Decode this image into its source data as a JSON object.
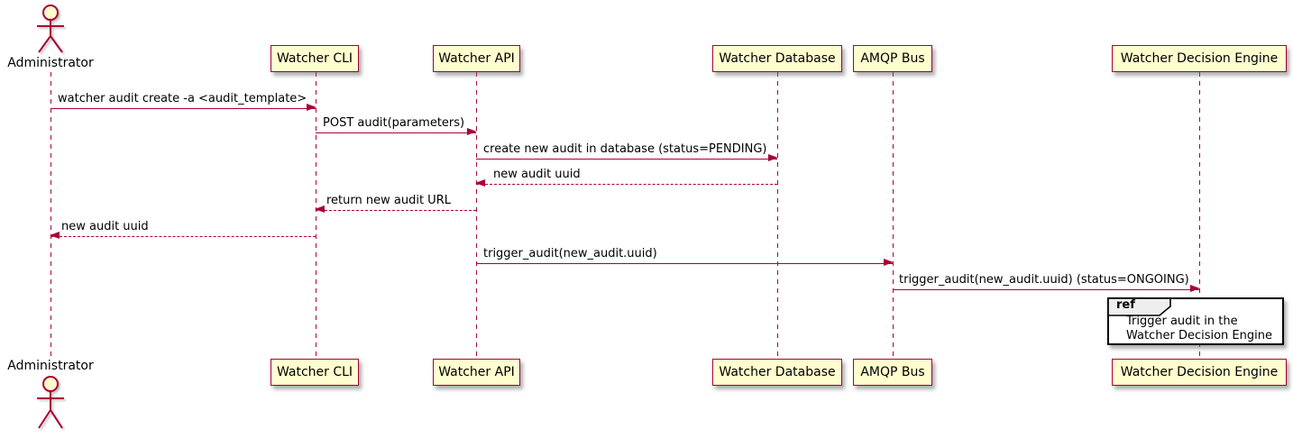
{
  "diagram": {
    "type": "plantuml-sequence",
    "colors": {
      "accent": "#A80036",
      "participant_fill": "#FEFECE",
      "ref_header_fill": "#EEEEEE",
      "ref_border": "#000000",
      "text": "#000000",
      "background": "#FFFFFF"
    },
    "actor": {
      "name": "Administrator"
    },
    "participants": [
      {
        "name": "Watcher CLI"
      },
      {
        "name": "Watcher API"
      },
      {
        "name": "Watcher Database"
      },
      {
        "name": "AMQP Bus"
      },
      {
        "name": "Watcher Decision Engine"
      }
    ],
    "messages": [
      {
        "label": "watcher audit create -a <audit_template>",
        "from": "Administrator",
        "to": "Watcher CLI",
        "style": "solid"
      },
      {
        "label": "POST audit(parameters)",
        "from": "Watcher CLI",
        "to": "Watcher API",
        "style": "solid"
      },
      {
        "label": "create new audit in database (status=PENDING)",
        "from": "Watcher API",
        "to": "Watcher Database",
        "style": "solid"
      },
      {
        "label": "new audit uuid",
        "from": "Watcher Database",
        "to": "Watcher API",
        "style": "dashed"
      },
      {
        "label": "return new audit URL",
        "from": "Watcher API",
        "to": "Watcher CLI",
        "style": "dashed"
      },
      {
        "label": "new audit uuid",
        "from": "Watcher CLI",
        "to": "Administrator",
        "style": "dashed"
      },
      {
        "label": "trigger_audit(new_audit.uuid)",
        "from": "Watcher API",
        "to": "AMQP Bus",
        "style": "solid"
      },
      {
        "label": "trigger_audit(new_audit.uuid) (status=ONGOING)",
        "from": "AMQP Bus",
        "to": "Watcher Decision Engine",
        "style": "solid"
      }
    ],
    "ref": {
      "keyword": "ref",
      "over": "Watcher Decision Engine",
      "line1": "Trigger audit in the",
      "line2": "Watcher Decision Engine"
    }
  }
}
